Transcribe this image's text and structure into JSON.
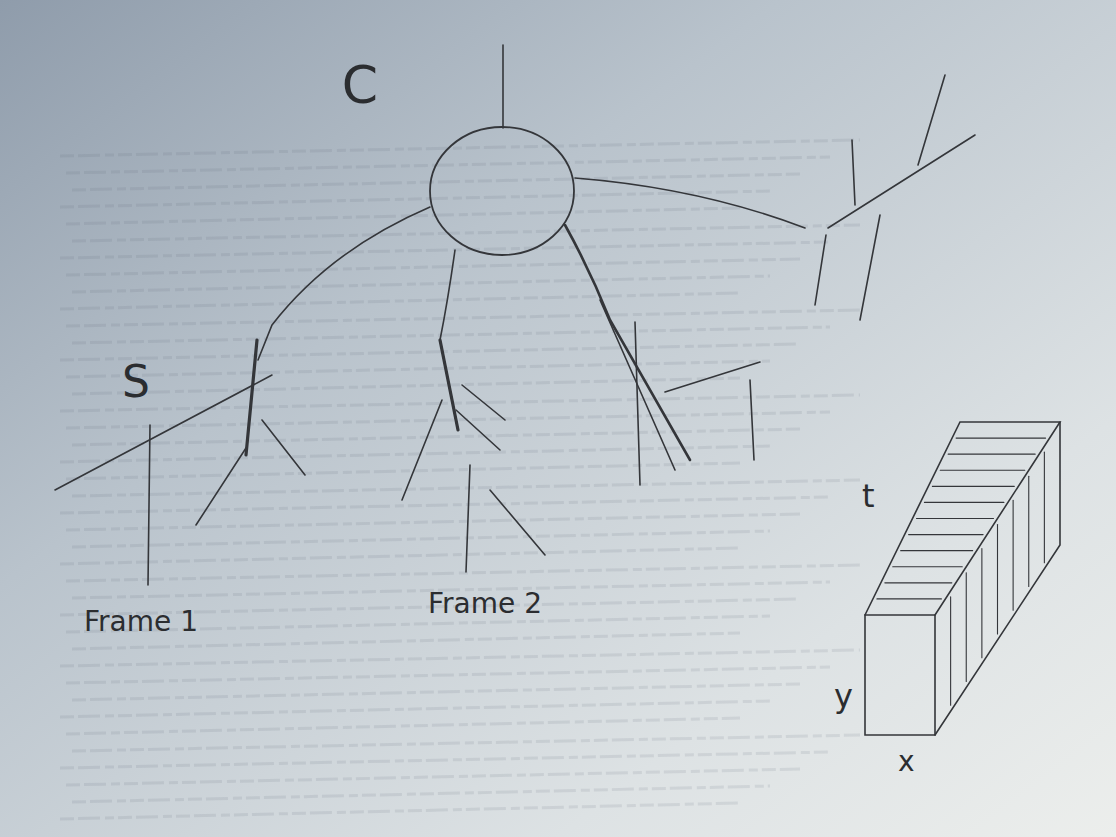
{
  "diagram": {
    "nodes": [
      {
        "text": [
          "C"
        ]
      }
    ],
    "labels": [
      "S",
      "Frame 1",
      "Frame 2",
      "t",
      "y",
      "x"
    ]
  }
}
